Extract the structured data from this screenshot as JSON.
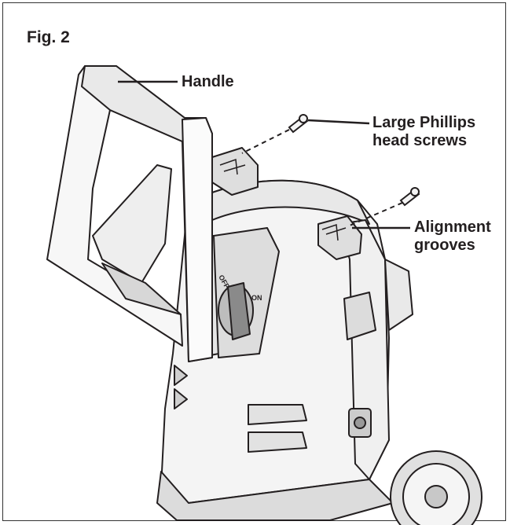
{
  "figure": {
    "title": "Fig. 2"
  },
  "callouts": {
    "handle": "Handle",
    "screws_line1": "Large Phillips",
    "screws_line2": "head screws",
    "grooves_line1": "Alignment",
    "grooves_line2": "grooves"
  },
  "switch": {
    "off_label": "OFF",
    "on_label": "ON"
  },
  "colors": {
    "ink": "#231f20",
    "body_fill": "#f2f2f2",
    "shade_fill": "#d9d9d9"
  }
}
